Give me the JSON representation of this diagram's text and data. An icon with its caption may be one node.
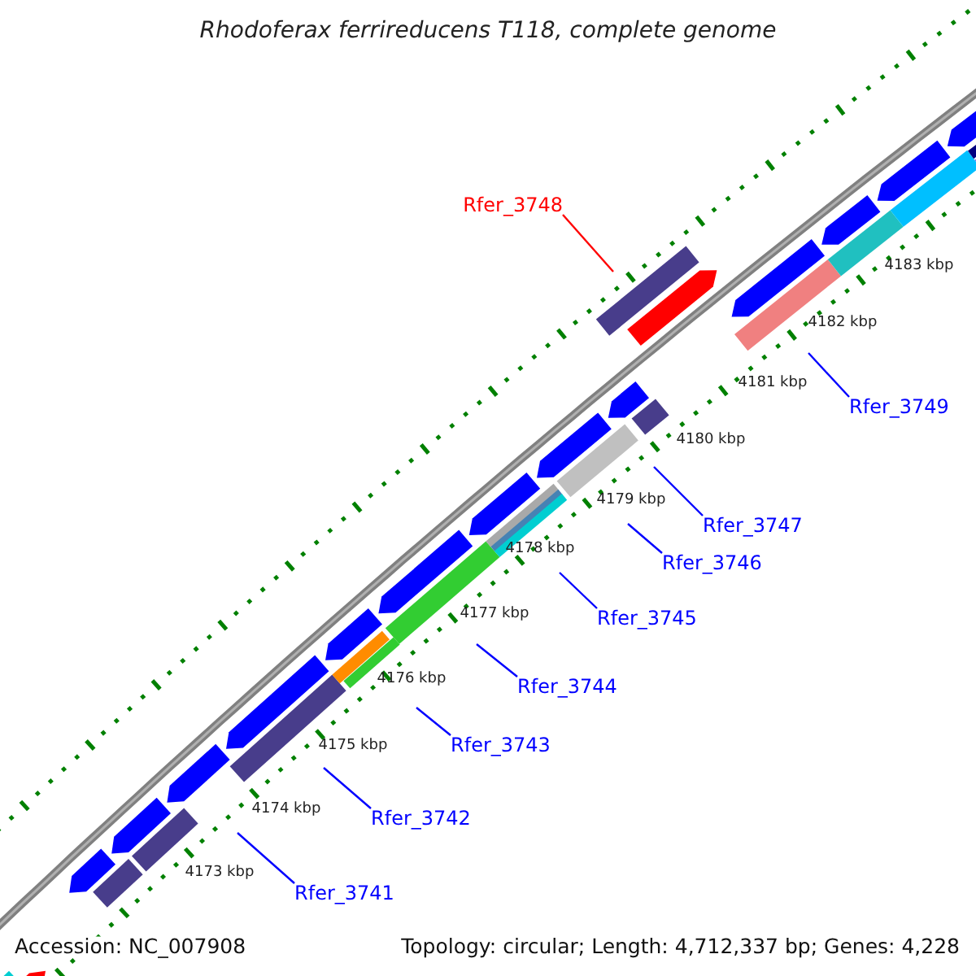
{
  "diagram": {
    "title": "Rhodoferax ferrireducens T118, complete genome",
    "nodes": [
      {
        "text": [
          "Rfer_3748"
        ]
      },
      {
        "text": [
          "Rfer_3749"
        ]
      },
      {
        "text": [
          "Rfer_3747"
        ]
      },
      {
        "text": [
          "Rfer_3746"
        ]
      },
      {
        "text": [
          "Rfer_3745"
        ]
      },
      {
        "text": [
          "Rfer_3744"
        ]
      },
      {
        "text": [
          "Rfer_3743"
        ]
      },
      {
        "text": [
          "Rfer_3742"
        ]
      },
      {
        "text": [
          "Rfer_3741"
        ]
      }
    ],
    "edges": [
      {
        "from": 0,
        "to": null,
        "arrow": "none",
        "color": "#ff0000"
      },
      {
        "from": 1,
        "to": null,
        "arrow": "none"
      },
      {
        "from": 2,
        "to": null,
        "arrow": "none"
      },
      {
        "from": 3,
        "to": null,
        "arrow": "none"
      },
      {
        "from": 4,
        "to": null,
        "arrow": "none"
      },
      {
        "from": 5,
        "to": null,
        "arrow": "none"
      },
      {
        "from": 6,
        "to": null,
        "arrow": "none"
      },
      {
        "from": 7,
        "to": null,
        "arrow": "none"
      },
      {
        "from": 8,
        "to": null,
        "arrow": "none"
      }
    ],
    "labels": [
      "4183 kbp",
      "4182 kbp",
      "4181 kbp",
      "4180 kbp",
      "4179 kbp",
      "4178 kbp",
      "4177 kbp",
      "4176 kbp",
      "4175 kbp",
      "4174 kbp",
      "4173 kbp",
      "Accession: NC_007908",
      "Topology: circular; Length: 4,712,337 bp; Genes: 4,228"
    ]
  }
}
